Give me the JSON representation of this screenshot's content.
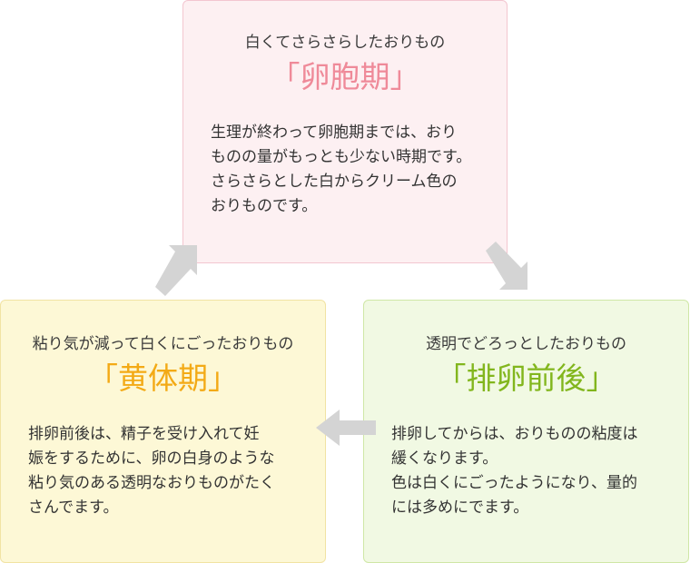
{
  "cycle": {
    "follicular": {
      "subtitle": "白くてさらさらしたおりもの",
      "title": "「卵胞期」",
      "description": "生理が終わって卵胞期までは、おり\nものの量がもっとも少ない時期です。\nさらさらとした白からクリーム色の\nおりものです。"
    },
    "ovulation": {
      "subtitle": "透明でどろっとしたおりもの",
      "title": "「排卵前後」",
      "description": "排卵してからは、おりものの粘度は\n緩くなります。\n色は白くにごったようになり、量的\nには多めにでます。"
    },
    "luteal": {
      "subtitle": "粘り気が減って白くにごったおりもの",
      "title": "「黄体期」",
      "description": "排卵前後は、精子を受け入れて妊\n娠をするために、卵の白身のような\n粘り気のある透明なおりものがたく\nさんでます。"
    }
  },
  "colors": {
    "follicular_accent": "#ef8a99",
    "ovulation_accent": "#82b61d",
    "luteal_accent": "#f3aa16",
    "arrow": "#d4d4d4"
  },
  "icons": {
    "arrow_follicular_to_ovulation": "arrow-down-right-icon",
    "arrow_ovulation_to_luteal": "arrow-left-icon",
    "arrow_luteal_to_follicular": "arrow-up-right-icon"
  }
}
